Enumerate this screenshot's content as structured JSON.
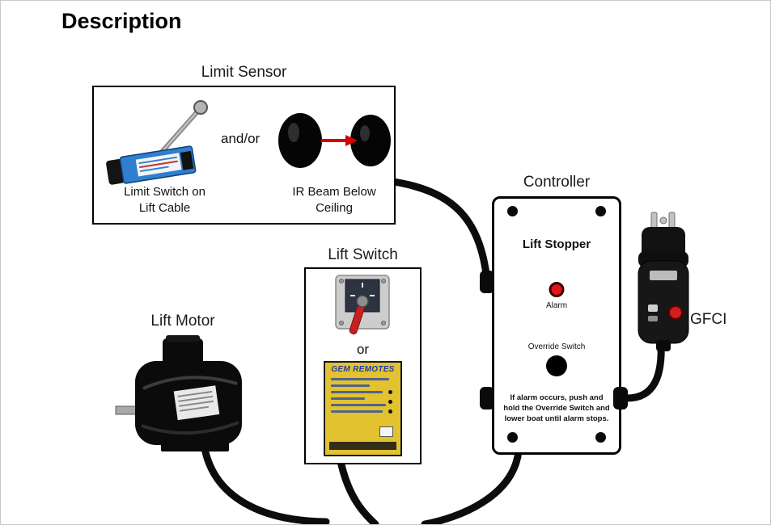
{
  "page": {
    "title": "Description"
  },
  "limit_sensor": {
    "label": "Limit Sensor",
    "and_or": "and/or",
    "switch_caption": [
      "Limit Switch on",
      "Lift Cable"
    ],
    "ir_caption": [
      "IR Beam Below",
      "Ceiling"
    ]
  },
  "lift_switch": {
    "label": "Lift Switch",
    "or_label": "or",
    "gem_brand": "GEM REMOTES"
  },
  "lift_motor": {
    "label": "Lift Motor"
  },
  "controller": {
    "label": "Controller",
    "panel_title": "Lift Stopper",
    "alarm_label": "Alarm",
    "override_label": "Override Switch",
    "instructions": "If alarm occurs, push and hold the Override Switch and lower boat until alarm stops."
  },
  "gfci": {
    "label": "GFCI"
  },
  "colors": {
    "cable": "#0c0c0c",
    "alarm_led": "#e01414",
    "ir_arrow": "#d40000",
    "gem_panel": "#e3c230",
    "limit_switch_body": "#2f7fd0",
    "drum_handle": "#c62020"
  }
}
